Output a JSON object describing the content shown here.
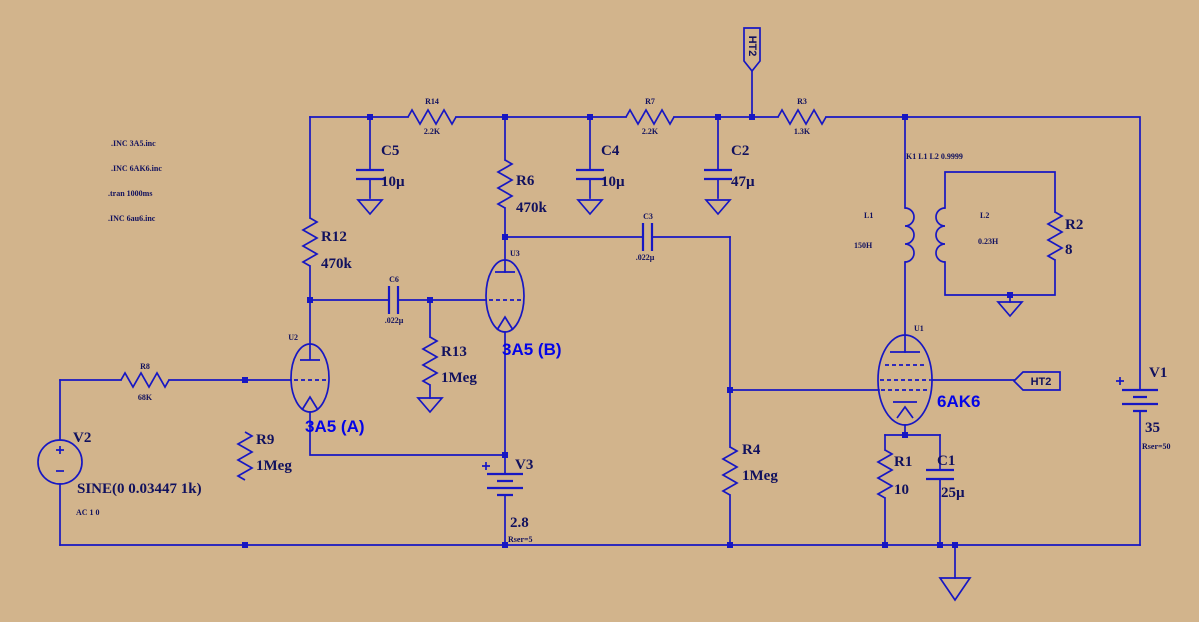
{
  "colors": {
    "background": "#d2b48c",
    "wire": "#1717c3",
    "label": "#11115e",
    "annotation": "#0404e8"
  },
  "directives": {
    "d1": ".INC 3A5.inc",
    "d2": ".INC 6AK6.inc",
    "d3": ".tran 1000ms",
    "d4": ".INC 6au6.inc"
  },
  "flags": {
    "ht2_top": "HT2",
    "ht2_screen": "HT2"
  },
  "components": {
    "r14": {
      "ref": "R14",
      "value": "2.2K"
    },
    "r7": {
      "ref": "R7",
      "value": "2.2K"
    },
    "r3": {
      "ref": "R3",
      "value": "1.3K"
    },
    "r8": {
      "ref": "R8",
      "value": "68K"
    },
    "r12": {
      "ref": "R12",
      "value": "470k"
    },
    "r6": {
      "ref": "R6",
      "value": "470k"
    },
    "r13": {
      "ref": "R13",
      "value": "1Meg"
    },
    "r9": {
      "ref": "R9",
      "value": "1Meg"
    },
    "r4": {
      "ref": "R4",
      "value": "1Meg"
    },
    "r1": {
      "ref": "R1",
      "value": "10"
    },
    "r2": {
      "ref": "R2",
      "value": "8"
    },
    "c5": {
      "ref": "C5",
      "value": "10µ"
    },
    "c4": {
      "ref": "C4",
      "value": "10µ"
    },
    "c2": {
      "ref": "C2",
      "value": "47µ"
    },
    "c1": {
      "ref": "C1",
      "value": "25µ"
    },
    "c6": {
      "ref": "C6",
      "value": ".022µ"
    },
    "c3": {
      "ref": "C3",
      "value": ".022µ"
    },
    "l1": {
      "ref": "L1",
      "value": "150H"
    },
    "l2": {
      "ref": "L2",
      "value": "0.23H"
    },
    "k1": {
      "value": "K1 L1 L2 0.9999"
    },
    "v1": {
      "ref": "V1",
      "value": "35",
      "param": "Rser=50"
    },
    "v2": {
      "ref": "V2",
      "value": "SINE(0 0.03447 1k)",
      "param": "AC 1 0"
    },
    "v3": {
      "ref": "V3",
      "value": "2.8",
      "param": "Rser=5"
    },
    "u1": {
      "ref": "U1",
      "annotation": "6AK6"
    },
    "u2": {
      "ref": "U2",
      "annotation": "3A5 (A)"
    },
    "u3": {
      "ref": "U3",
      "annotation": "3A5 (B)"
    }
  }
}
